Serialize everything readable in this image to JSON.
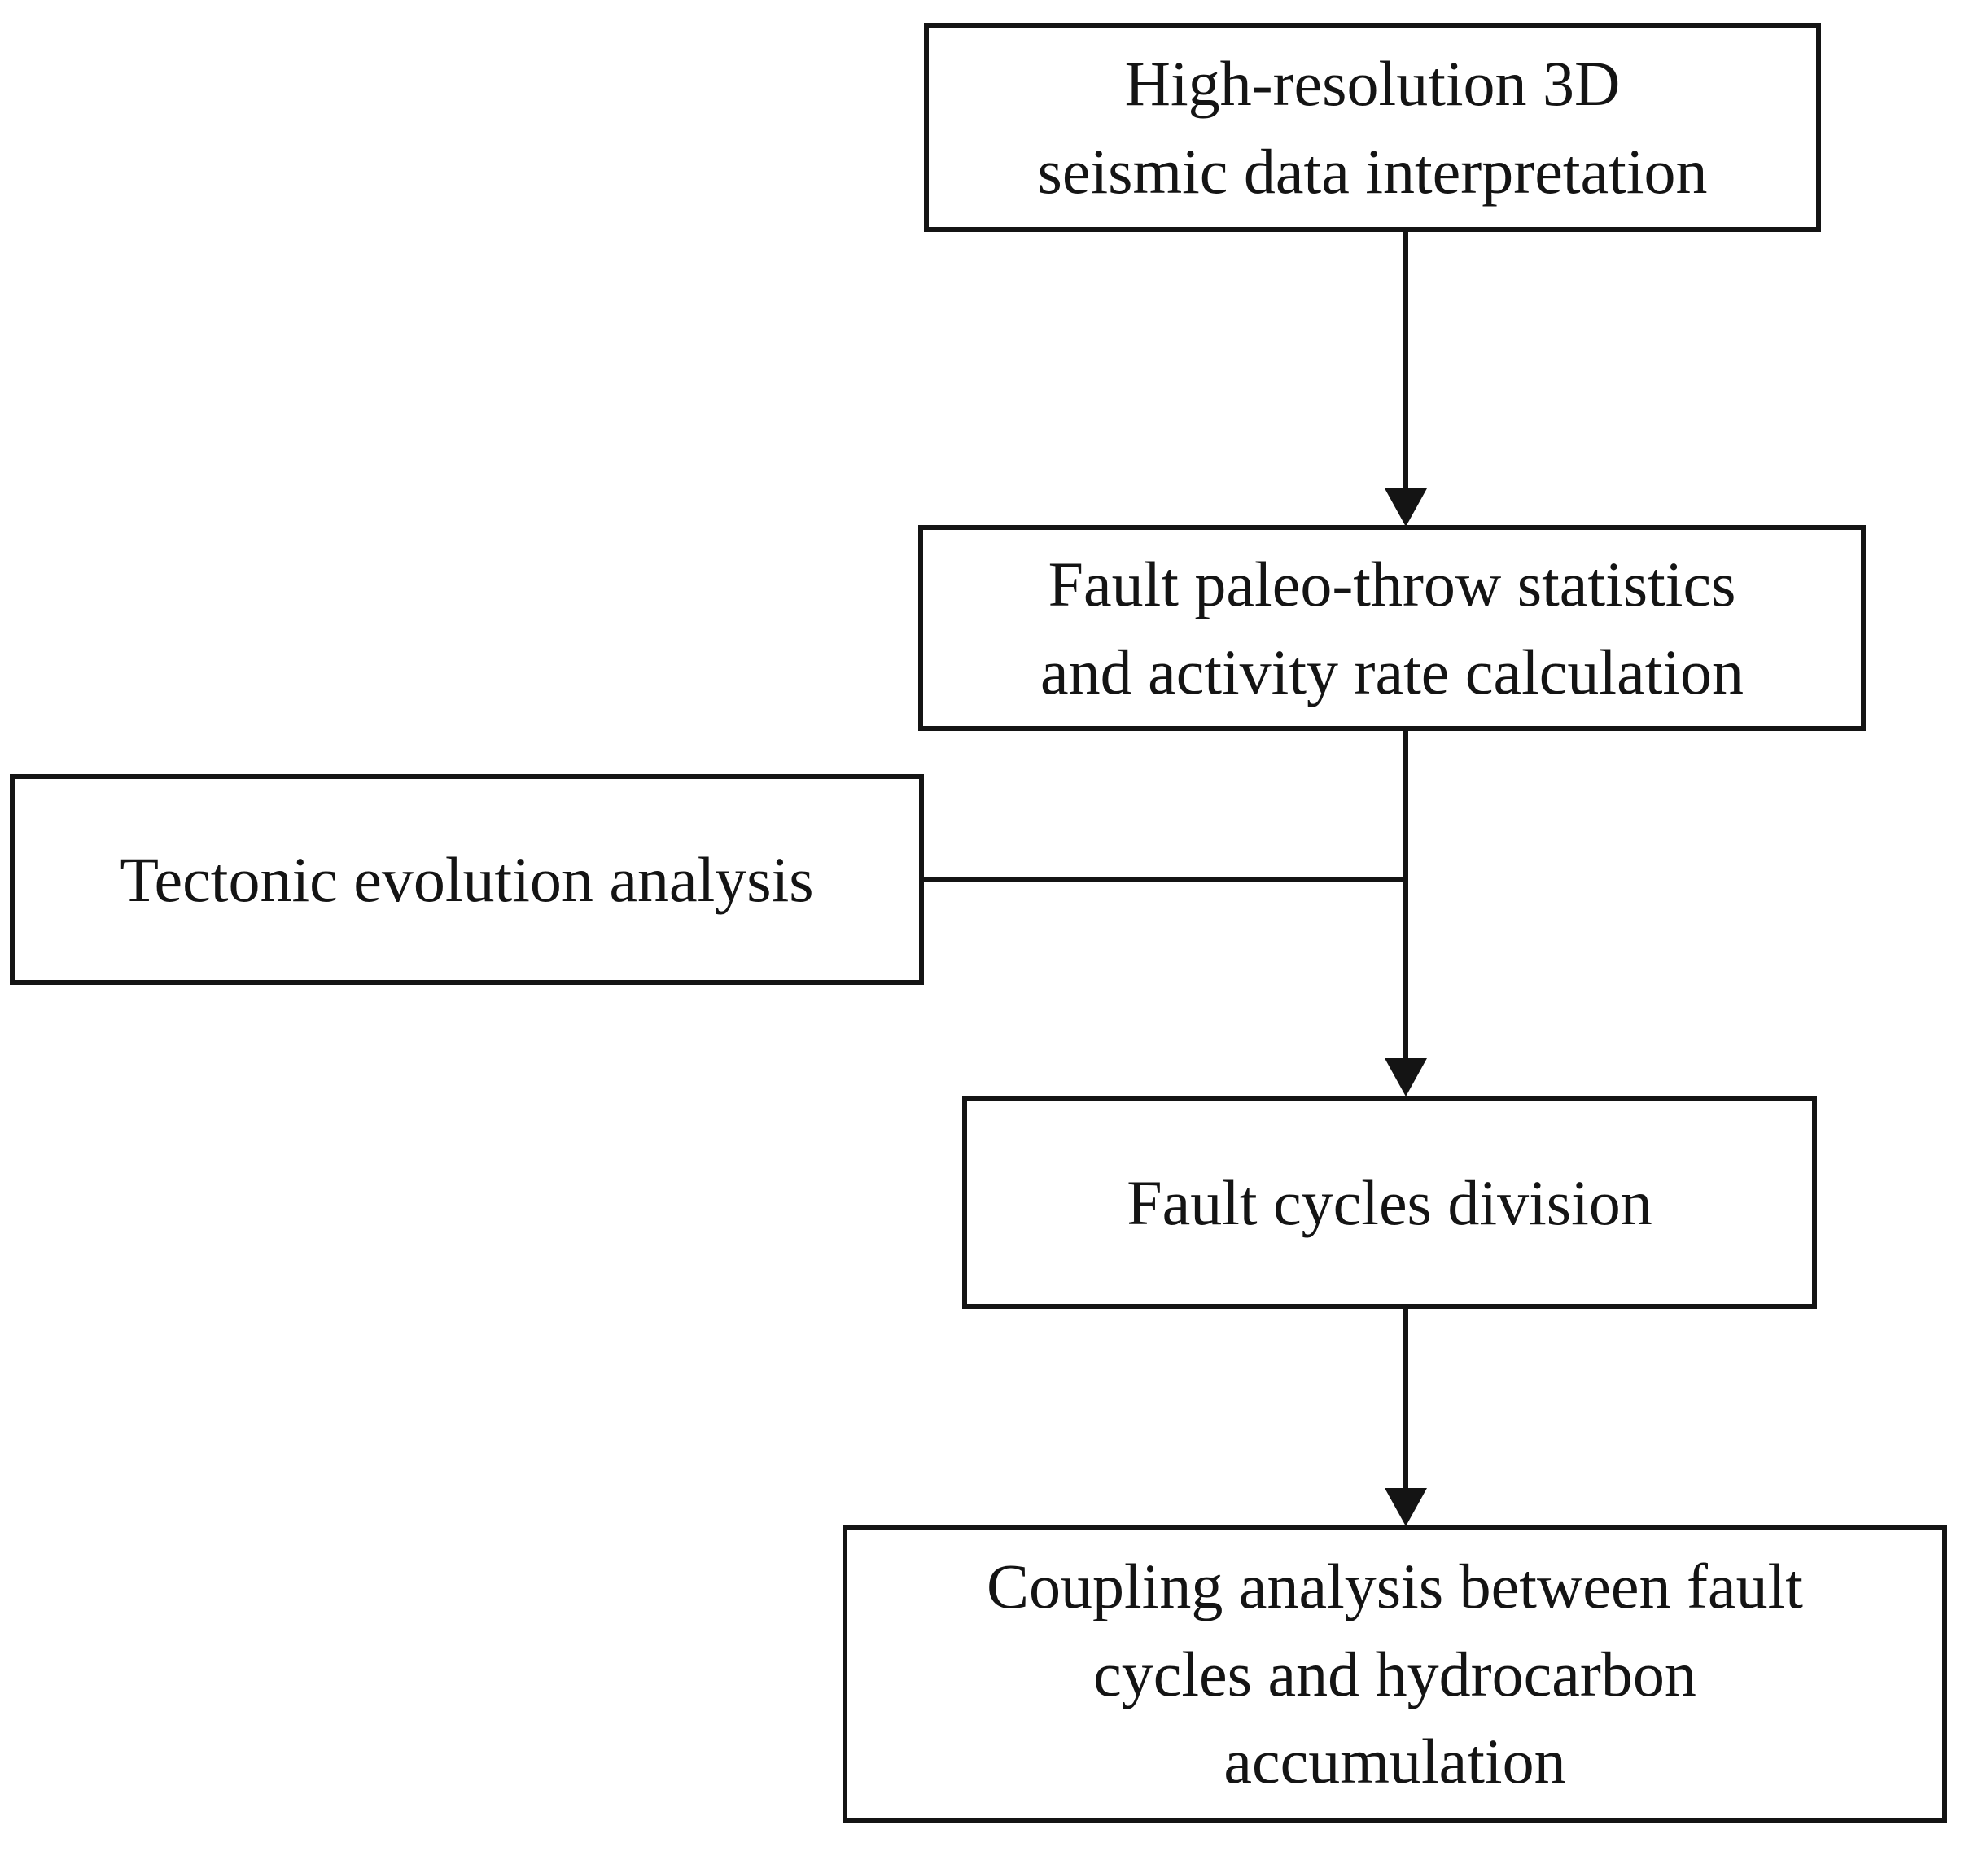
{
  "diagram": {
    "type": "flowchart",
    "background_color": "#ffffff",
    "line_color": "#141414",
    "text_color": "#141414",
    "nodes": [
      {
        "id": "seismic-interpretation",
        "label": "High-resolution 3D\nseismic data interpretation"
      },
      {
        "id": "fault-paleo-throw",
        "label": "Fault paleo-throw statistics\nand activity rate calculation"
      },
      {
        "id": "tectonic-evolution",
        "label": "Tectonic evolution analysis"
      },
      {
        "id": "fault-cycles-division",
        "label": "Fault cycles division"
      },
      {
        "id": "coupling-analysis",
        "label": "Coupling analysis between fault\ncycles and hydrocarbon\naccumulation"
      }
    ],
    "edges": [
      {
        "from": "seismic-interpretation",
        "to": "fault-paleo-throw",
        "style": "arrow-down"
      },
      {
        "from": "fault-paleo-throw",
        "to": "fault-cycles-division",
        "style": "arrow-down"
      },
      {
        "from": "tectonic-evolution",
        "to": "edge-fault-paleo-throw-to-fault-cycles-division",
        "style": "plain-line"
      },
      {
        "from": "fault-cycles-division",
        "to": "coupling-analysis",
        "style": "arrow-down"
      }
    ]
  }
}
